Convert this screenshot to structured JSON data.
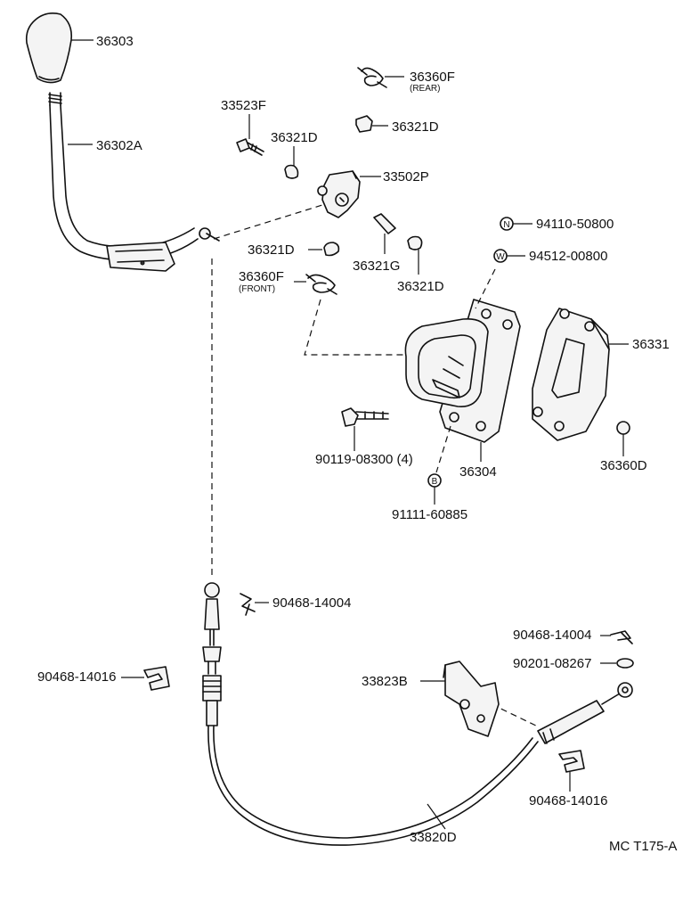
{
  "diagram": {
    "parts": {
      "knob": "36303",
      "lever": "36302A",
      "spring_rear": "36360F",
      "spring_rear_note": "(REAR)",
      "bolt_top": "33523F",
      "bushing_a": "36321D",
      "bushing_b": "36321D",
      "bushing_c": "36321D",
      "bushing_d": "36321D",
      "bracket_small": "33502P",
      "pin": "36321G",
      "spring_front": "36360F",
      "spring_front_note": "(FRONT)",
      "nut_n": "94110-50800",
      "washer_w": "94512-00800",
      "cover": "36331",
      "bolt_base": "90119-08300 (4)",
      "housing": "36304",
      "spacer": "36360D",
      "bolt_b": "91111-60885",
      "clip_top": "90468-14004",
      "clip_left": "90468-14016",
      "clip_right_top": "90468-14004",
      "washer_right": "90201-08267",
      "bracket_cable": "33823B",
      "clip_right_bottom": "90468-14016",
      "cable": "33820D"
    },
    "callout_letters": {
      "n": "N",
      "w": "W",
      "b": "B"
    },
    "figure_code": "MC T175-A"
  }
}
